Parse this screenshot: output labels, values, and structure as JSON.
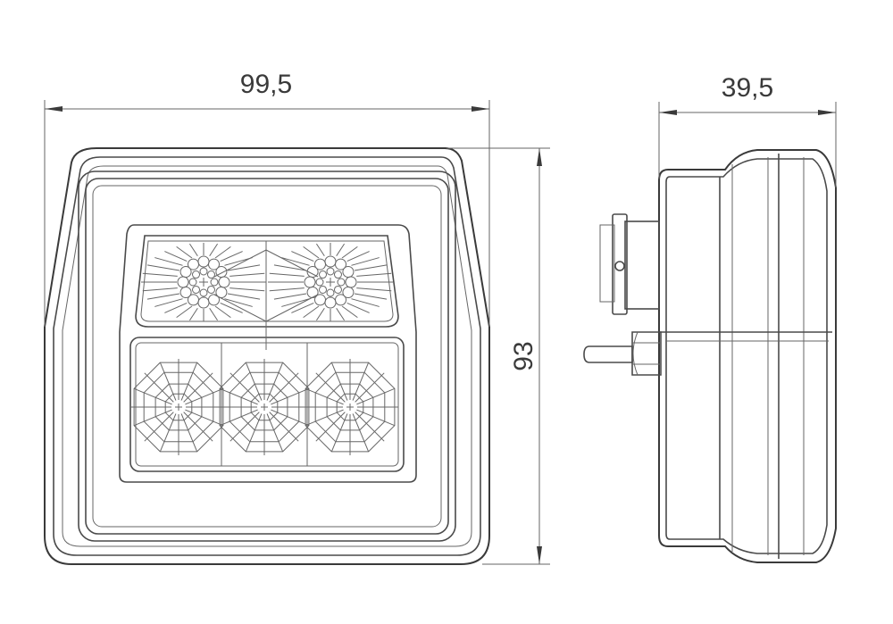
{
  "dimensions": {
    "front_width": "99,5",
    "front_height": "93",
    "side_depth": "39,5"
  },
  "colors": {
    "line": "#4a4a4a",
    "text": "#3a3a3a",
    "background": "#ffffff"
  }
}
